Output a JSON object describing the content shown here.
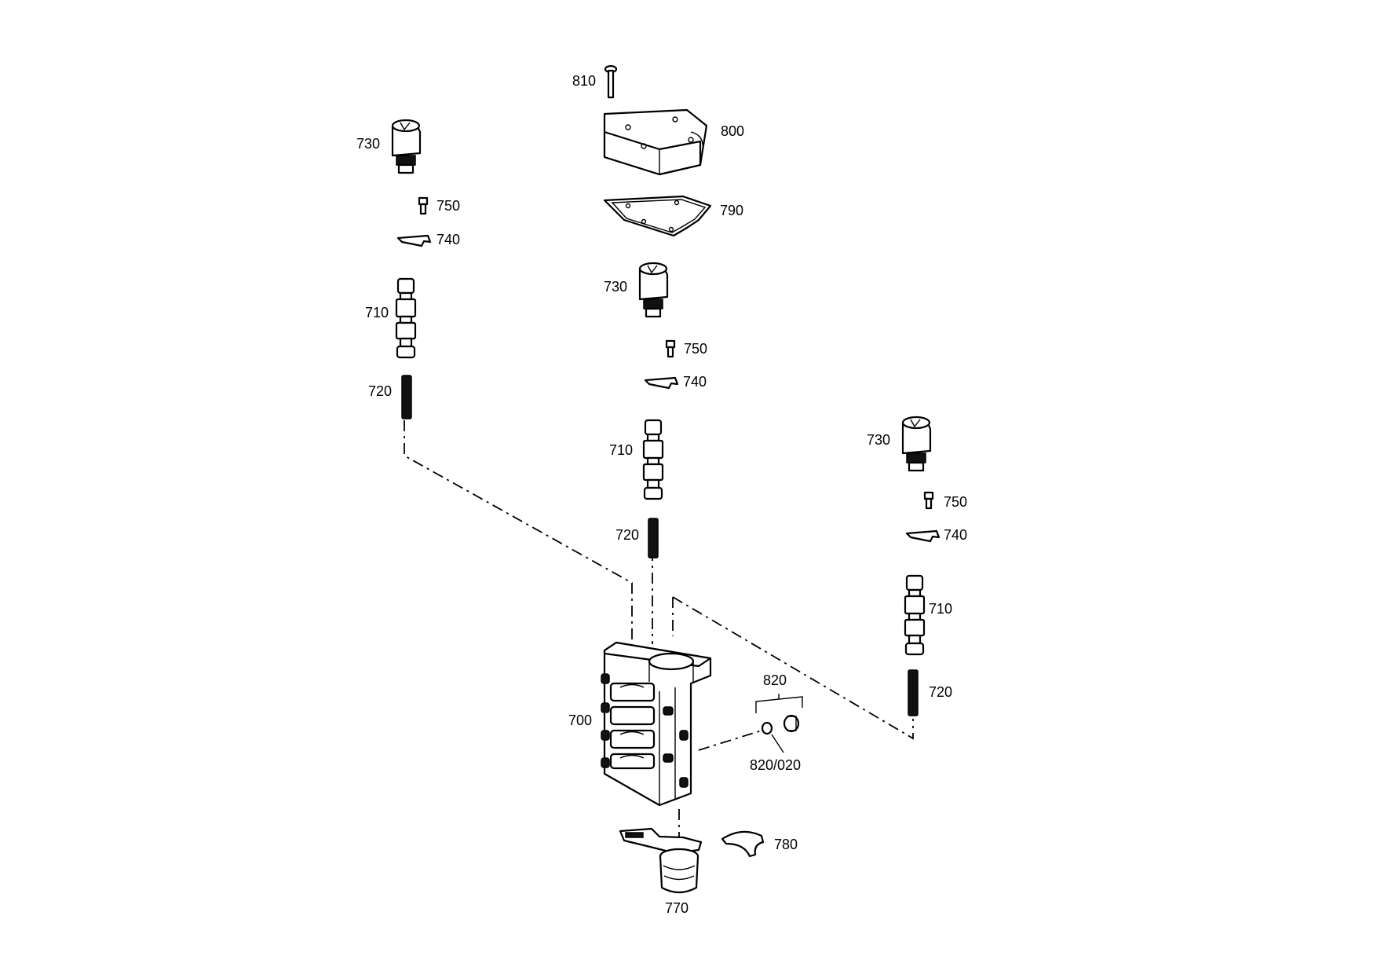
{
  "diagram": {
    "labels": {
      "p810": "810",
      "p800": "800",
      "p790": "790",
      "p730_left": "730",
      "p750_left": "750",
      "p740_left": "740",
      "p710_left": "710",
      "p720_left": "720",
      "p730_mid": "730",
      "p750_mid": "750",
      "p740_mid": "740",
      "p710_mid": "710",
      "p720_mid": "720",
      "p730_right": "730",
      "p750_right": "750",
      "p740_right": "740",
      "p710_right": "710",
      "p720_right": "720",
      "p700": "700",
      "p820": "820",
      "p820_020": "820/020",
      "p780": "780",
      "p770": "770"
    }
  }
}
